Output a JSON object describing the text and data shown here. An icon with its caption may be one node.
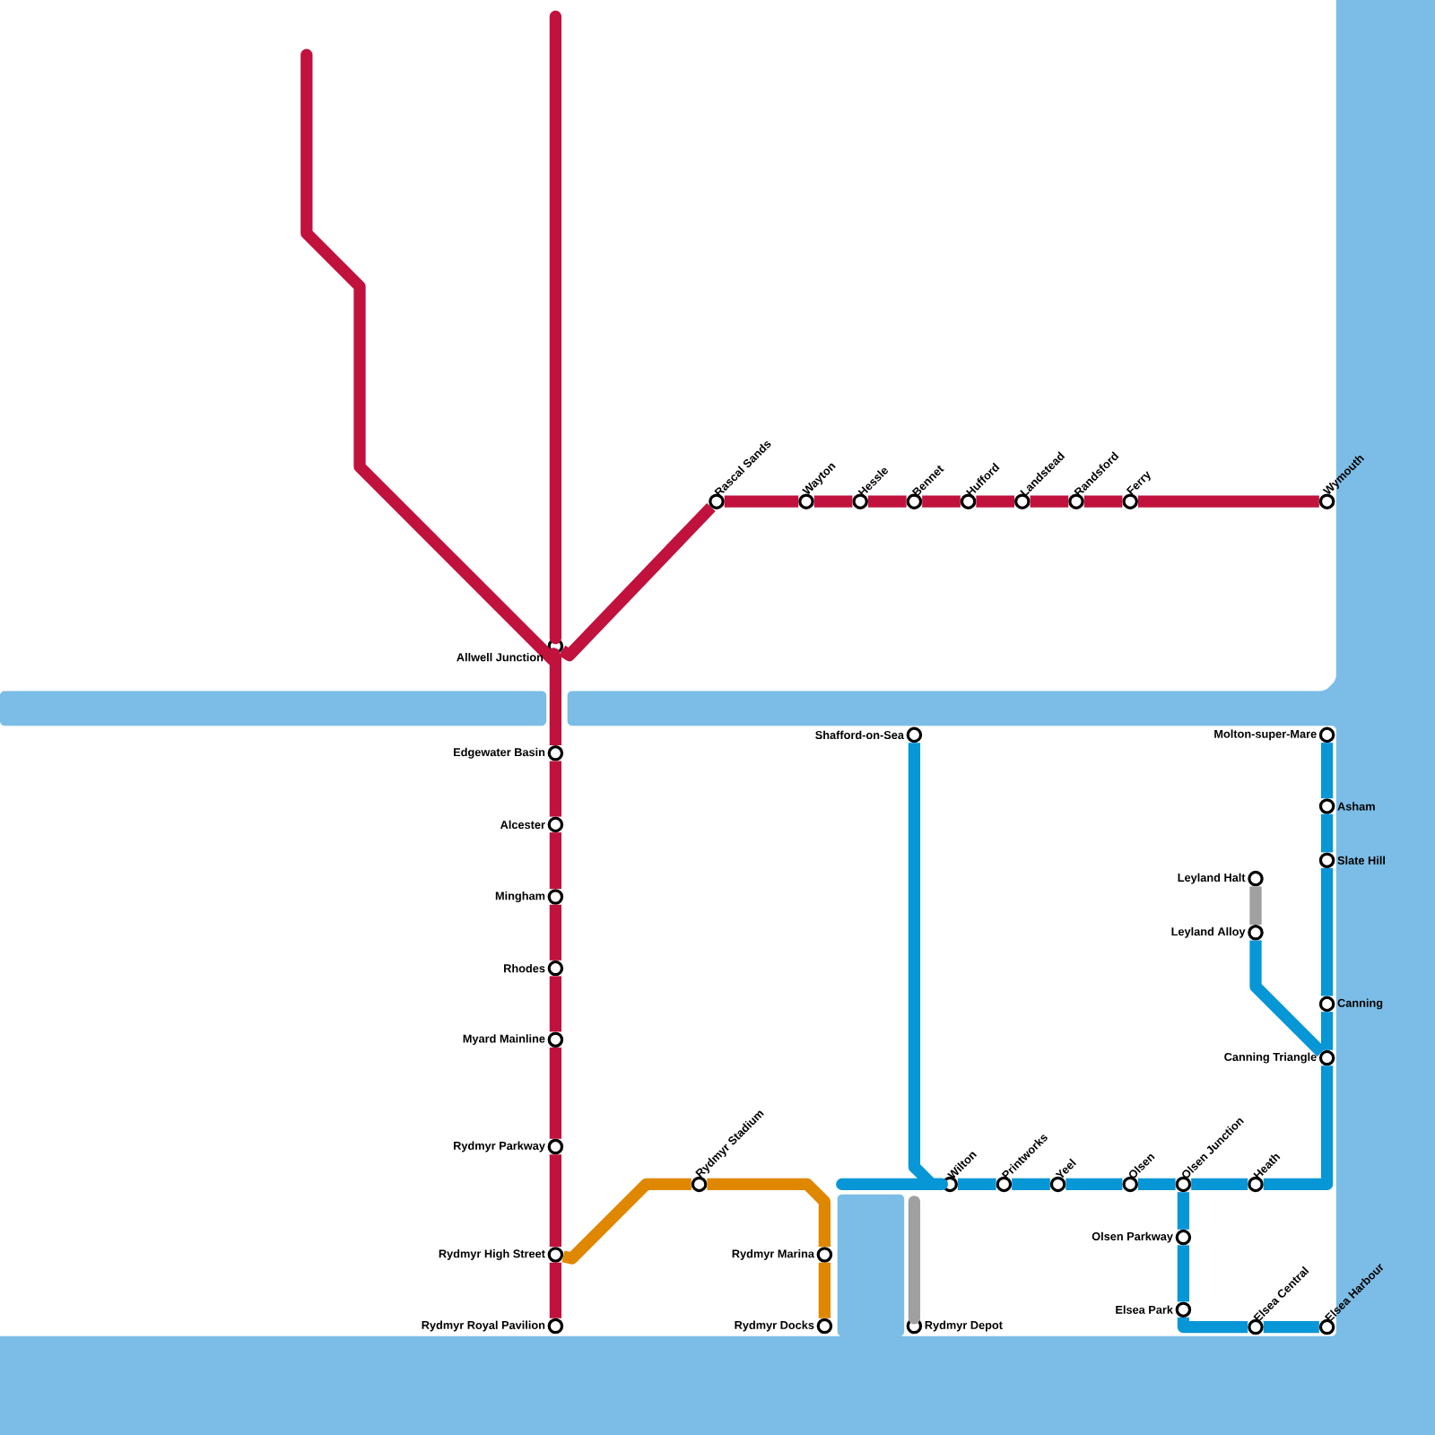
{
  "diagram": {
    "nodes": [
      {
        "text": [],
        "shape": "circle",
        "beside": [
          "Allwell Junction"
        ]
      },
      {
        "text": [],
        "shape": "circle",
        "beside": [
          "Rascal Sands"
        ]
      },
      {
        "text": [],
        "shape": "circle",
        "beside": [
          "Wayton"
        ]
      },
      {
        "text": [],
        "shape": "circle",
        "beside": [
          "Hessle"
        ]
      },
      {
        "text": [],
        "shape": "circle",
        "beside": [
          "Bennet"
        ]
      },
      {
        "text": [],
        "shape": "circle",
        "beside": [
          "Hufford"
        ]
      },
      {
        "text": [],
        "shape": "circle",
        "beside": [
          "Landstead"
        ]
      },
      {
        "text": [],
        "shape": "circle",
        "beside": [
          "Randsford"
        ]
      },
      {
        "text": [],
        "shape": "circle",
        "beside": [
          "Ferry"
        ]
      },
      {
        "text": [],
        "shape": "circle",
        "beside": [
          "Wymouth"
        ]
      },
      {
        "text": [],
        "shape": "circle",
        "beside": [
          "Edgewater Basin"
        ]
      },
      {
        "text": [],
        "shape": "circle",
        "beside": [
          "Alcester"
        ]
      },
      {
        "text": [],
        "shape": "circle",
        "beside": [
          "Mingham"
        ]
      },
      {
        "text": [],
        "shape": "circle",
        "beside": [
          "Rhodes"
        ]
      },
      {
        "text": [],
        "shape": "circle",
        "beside": [
          "Myard Mainline"
        ]
      },
      {
        "text": [],
        "shape": "circle",
        "beside": [
          "Rydmyr Parkway"
        ]
      },
      {
        "text": [],
        "shape": "circle",
        "beside": [
          "Rydmyr High Street"
        ]
      },
      {
        "text": [],
        "shape": "circle",
        "beside": [
          "Rydmyr Royal Pavilion"
        ]
      },
      {
        "text": [],
        "shape": "circle",
        "beside": [
          "Rydmyr Stadium"
        ]
      },
      {
        "text": [],
        "shape": "circle",
        "beside": [
          "Rydmyr Marina"
        ]
      },
      {
        "text": [],
        "shape": "circle",
        "beside": [
          "Rydmyr Docks"
        ]
      },
      {
        "text": [],
        "shape": "circle",
        "beside": [
          "Shafford-on-Sea"
        ]
      },
      {
        "text": [],
        "shape": "circle",
        "beside": [
          "Molton-super-Mare"
        ]
      },
      {
        "text": [],
        "shape": "circle",
        "beside": [
          "Asham"
        ]
      },
      {
        "text": [],
        "shape": "circle",
        "beside": [
          "Slate Hill"
        ]
      },
      {
        "text": [],
        "shape": "circle",
        "beside": [
          "Leyland Halt"
        ]
      },
      {
        "text": [],
        "shape": "circle",
        "beside": [
          "Leyland Alloy"
        ]
      },
      {
        "text": [],
        "shape": "circle",
        "beside": [
          "Canning"
        ]
      },
      {
        "text": [],
        "shape": "circle",
        "beside": [
          "Canning Triangle"
        ]
      },
      {
        "text": [],
        "shape": "circle",
        "beside": [
          "Wilton"
        ]
      },
      {
        "text": [],
        "shape": "circle",
        "beside": [
          "Printworks"
        ]
      },
      {
        "text": [],
        "shape": "circle",
        "beside": [
          "Yeel"
        ]
      },
      {
        "text": [],
        "shape": "circle",
        "beside": [
          "Olsen"
        ]
      },
      {
        "text": [],
        "shape": "circle",
        "beside": [
          "Olsen Junction"
        ]
      },
      {
        "text": [],
        "shape": "circle",
        "beside": [
          "Heath"
        ]
      },
      {
        "text": [],
        "shape": "circle",
        "beside": [
          "Olsen Parkway"
        ]
      },
      {
        "text": [],
        "shape": "circle",
        "beside": [
          "Elsea Park"
        ]
      },
      {
        "text": [],
        "shape": "circle",
        "beside": [
          "Rydmyr Depot"
        ]
      },
      {
        "text": [],
        "shape": "circle",
        "beside": [
          "Elsea Central"
        ]
      },
      {
        "text": [],
        "shape": "circle",
        "beside": [
          "Elsea Harbour"
        ]
      }
    ],
    "edges": [
      {
        "from": null,
        "to": 0,
        "arrow": "none"
      },
      {
        "from": null,
        "to": 0,
        "arrow": "none"
      },
      {
        "from": 0,
        "to": 1,
        "arrow": "none"
      },
      {
        "from": 1,
        "to": 2,
        "arrow": "none"
      },
      {
        "from": 2,
        "to": 3,
        "arrow": "none"
      },
      {
        "from": 3,
        "to": 4,
        "arrow": "none"
      },
      {
        "from": 4,
        "to": 5,
        "arrow": "none"
      },
      {
        "from": 5,
        "to": 6,
        "arrow": "none"
      },
      {
        "from": 6,
        "to": 7,
        "arrow": "none"
      },
      {
        "from": 7,
        "to": 8,
        "arrow": "none"
      },
      {
        "from": 8,
        "to": 9,
        "arrow": "none"
      },
      {
        "from": 0,
        "to": 10,
        "arrow": "none"
      },
      {
        "from": 10,
        "to": 11,
        "arrow": "none"
      },
      {
        "from": 11,
        "to": 12,
        "arrow": "none"
      },
      {
        "from": 12,
        "to": 13,
        "arrow": "none"
      },
      {
        "from": 13,
        "to": 14,
        "arrow": "none"
      },
      {
        "from": 14,
        "to": 15,
        "arrow": "none"
      },
      {
        "from": 15,
        "to": 16,
        "arrow": "none"
      },
      {
        "from": 16,
        "to": 17,
        "arrow": "none"
      },
      {
        "from": 16,
        "to": 18,
        "arrow": "none",
        "color": "#e08700"
      },
      {
        "from": 18,
        "to": 19,
        "arrow": "none",
        "color": "#e08700"
      },
      {
        "from": 19,
        "to": 20,
        "arrow": "none",
        "color": "#e08700"
      },
      {
        "from": 21,
        "to": 29,
        "arrow": "none",
        "color": "#0796d6"
      },
      {
        "from": null,
        "to": 29,
        "arrow": "none",
        "color": "#0796d6"
      },
      {
        "from": 29,
        "to": 30,
        "arrow": "none",
        "color": "#0796d6"
      },
      {
        "from": 30,
        "to": 31,
        "arrow": "none",
        "color": "#0796d6"
      },
      {
        "from": 31,
        "to": 32,
        "arrow": "none",
        "color": "#0796d6"
      },
      {
        "from": 32,
        "to": 33,
        "arrow": "none",
        "color": "#0796d6"
      },
      {
        "from": 33,
        "to": 34,
        "arrow": "none",
        "color": "#0796d6"
      },
      {
        "from": 34,
        "to": 28,
        "arrow": "none",
        "color": "#0796d6"
      },
      {
        "from": 33,
        "to": 35,
        "arrow": "none",
        "color": "#0796d6"
      },
      {
        "from": 35,
        "to": 36,
        "arrow": "none",
        "color": "#0796d6"
      },
      {
        "from": 36,
        "to": 38,
        "arrow": "none",
        "color": "#0796d6"
      },
      {
        "from": 38,
        "to": 39,
        "arrow": "none",
        "color": "#0796d6"
      },
      {
        "from": 28,
        "to": 27,
        "arrow": "none",
        "color": "#0796d6"
      },
      {
        "from": 27,
        "to": 24,
        "arrow": "none",
        "color": "#0796d6"
      },
      {
        "from": 24,
        "to": 23,
        "arrow": "none",
        "color": "#0796d6"
      },
      {
        "from": 23,
        "to": 22,
        "arrow": "none",
        "color": "#0796d6"
      },
      {
        "from": 26,
        "to": 28,
        "arrow": "none",
        "color": "#0796d6"
      },
      {
        "from": 25,
        "to": 26,
        "arrow": "none",
        "color": "#a0a0a0"
      },
      {
        "from": null,
        "to": 37,
        "arrow": "none",
        "color": "#a0a0a0"
      }
    ]
  }
}
